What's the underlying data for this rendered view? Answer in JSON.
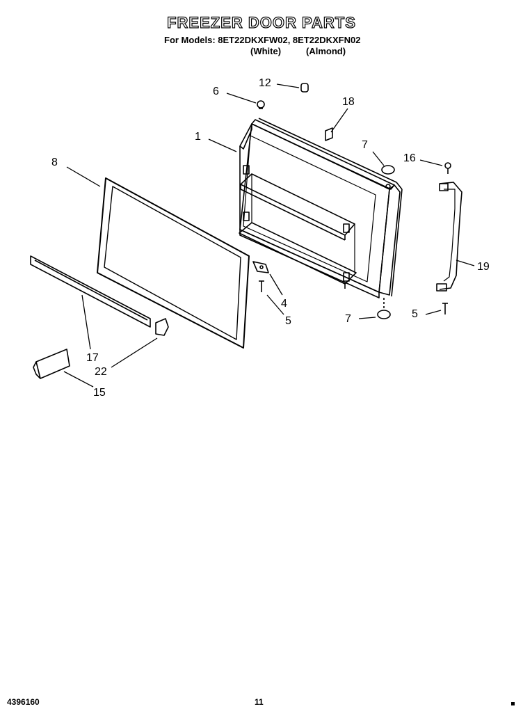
{
  "header": {
    "title": "FREEZER DOOR PARTS",
    "models_line": "For Models: 8ET22DKXFW02, 8ET22DKXFN02",
    "variant_white": "(White)",
    "variant_almond": "(Almond)"
  },
  "callouts": {
    "c1": "1",
    "c4": "4",
    "c5a": "5",
    "c5b": "5",
    "c6": "6",
    "c7a": "7",
    "c7b": "7",
    "c8": "8",
    "c12": "12",
    "c15": "15",
    "c16": "16",
    "c17": "17",
    "c18": "18",
    "c19": "19",
    "c22": "22"
  },
  "footer": {
    "doc_number": "4396160",
    "page_number": "11"
  }
}
